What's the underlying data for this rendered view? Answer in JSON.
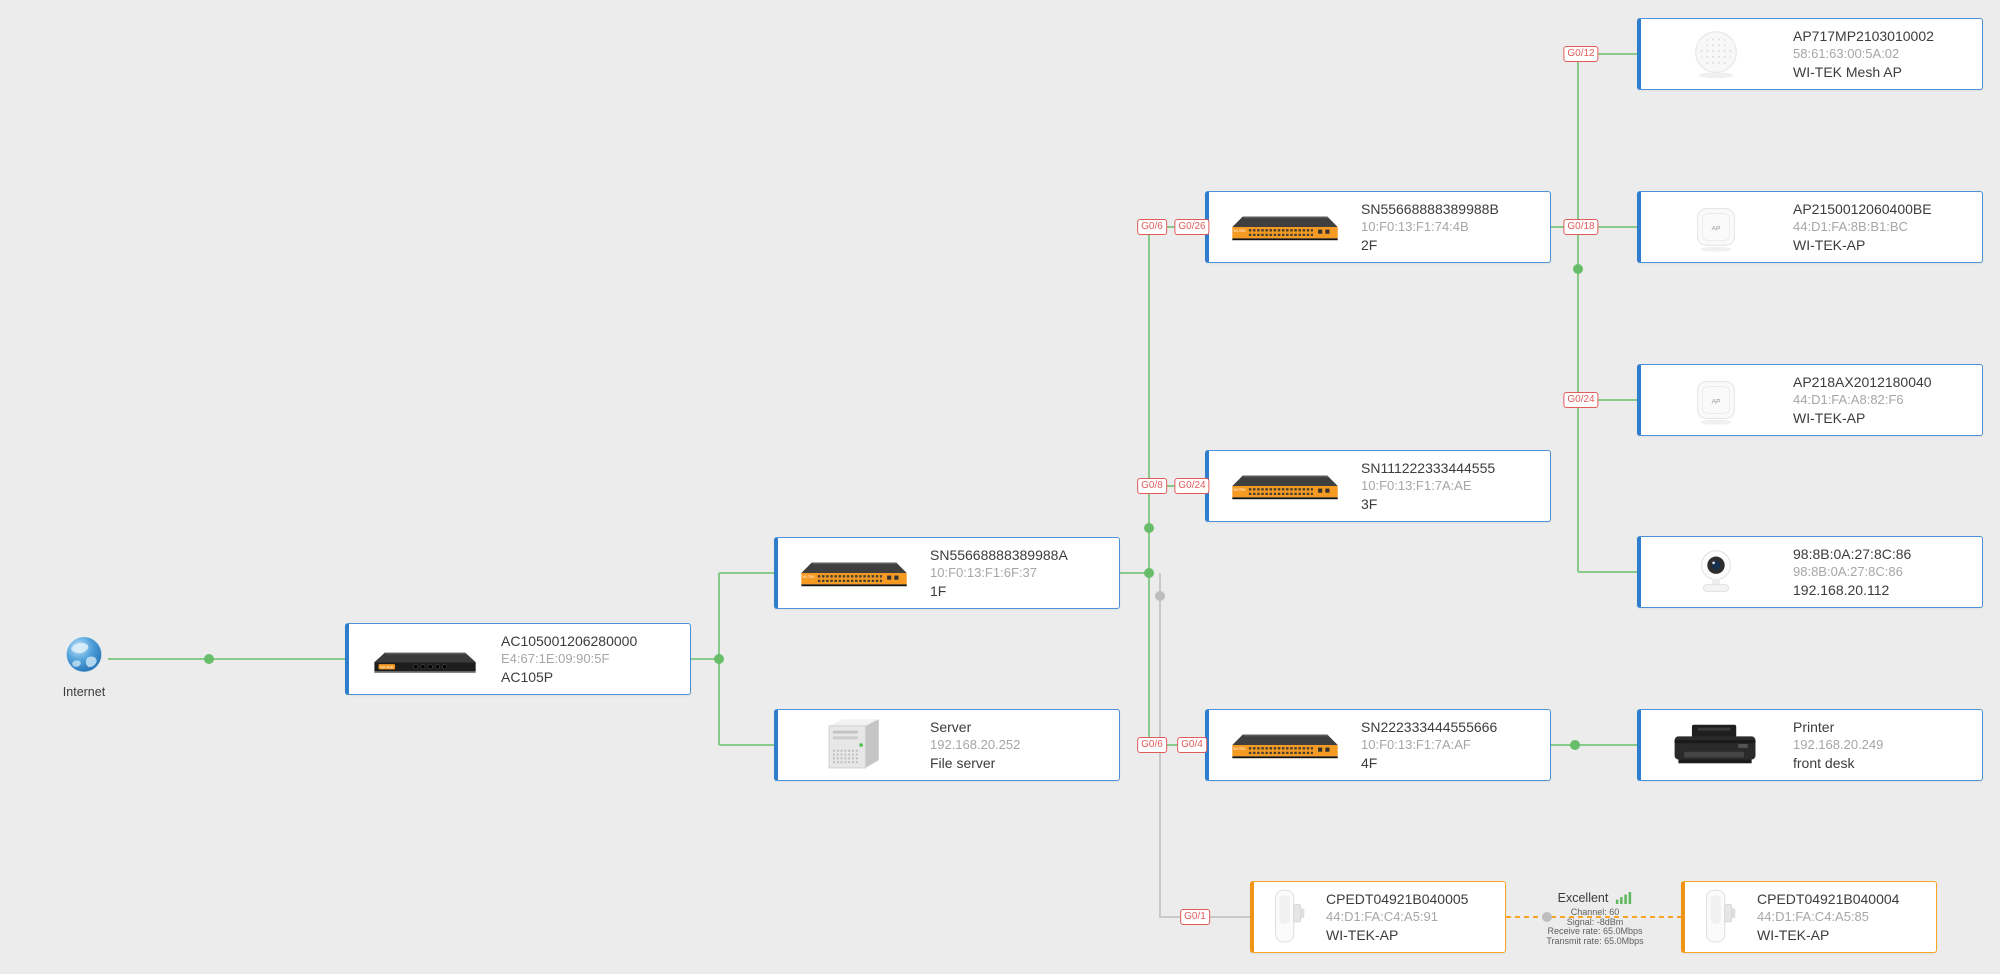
{
  "colors": {
    "background": "#ececec",
    "link_active": "#86cc88",
    "link_dot": "#67bd69",
    "link_inactive": "#c9c9c9",
    "wireless_link": "#f5a623",
    "port_badge": "#e25b5b",
    "card_accent_blue": "#2e7ecd",
    "card_accent_orange": "#f5a623"
  },
  "internet": {
    "label": "Internet"
  },
  "cards": {
    "ac": {
      "name": "AC105001206280000",
      "detail": "E4:67:1E:09:90:5F",
      "label": "AC105P"
    },
    "sw1f": {
      "name": "SN55668888389988A",
      "detail": "10:F0:13:F1:6F:37",
      "label": "1F"
    },
    "server": {
      "name": "Server",
      "detail": "192.168.20.252",
      "label": "File server"
    },
    "sw2f": {
      "name": "SN55668888389988B",
      "detail": "10:F0:13:F1:74:4B",
      "label": "2F"
    },
    "sw3f": {
      "name": "SN111222333444555",
      "detail": "10:F0:13:F1:7A:AE",
      "label": "3F"
    },
    "sw4f": {
      "name": "SN222333444555666",
      "detail": "10:F0:13:F1:7A:AF",
      "label": "4F"
    },
    "ap_mesh": {
      "name": "AP717MP2103010002",
      "detail": "58:61:63:00:5A:02",
      "label": "WI-TEK Mesh AP"
    },
    "ap2150": {
      "name": "AP2150012060400BE",
      "detail": "44:D1:FA:8B:B1:BC",
      "label": "WI-TEK-AP"
    },
    "ap218": {
      "name": "AP218AX2012180040",
      "detail": "44:D1:FA:A8:82:F6",
      "label": "WI-TEK-AP"
    },
    "camera": {
      "name": "98:8B:0A:27:8C:86",
      "detail": "98:8B:0A:27:8C:86",
      "label": "192.168.20.112"
    },
    "printer": {
      "name": "Printer",
      "detail": "192.168.20.249",
      "label": "front desk"
    },
    "cpe5": {
      "name": "CPEDT04921B040005",
      "detail": "44:D1:FA:C4:A5:91",
      "label": "WI-TEK-AP"
    },
    "cpe4": {
      "name": "CPEDT04921B040004",
      "detail": "44:D1:FA:C4:A5:85",
      "label": "WI-TEK-AP"
    }
  },
  "ports": {
    "ap_mesh_port": "G0/12",
    "sw2f_uplink_local": "G0/6",
    "sw2f_uplink_remote": "G0/26",
    "ap2150_port": "G0/18",
    "ap218_port": "G0/24",
    "sw3f_uplink_local": "G0/8",
    "sw3f_uplink_remote": "G0/24",
    "sw4f_uplink_local": "G0/6",
    "sw4f_uplink_remote": "G0/4",
    "cpe_port": "G0/1"
  },
  "wireless": {
    "quality": "Excellent",
    "channel": "Channel: 60",
    "signal": "Signal: -8dBm",
    "receive": "Receive rate: 65.0Mbps",
    "transmit": "Transmit rate: 65.0Mbps"
  },
  "icons": {
    "internet": "globe-icon",
    "router": "router-icon",
    "switch": "switch-icon",
    "server": "server-icon",
    "mesh_ap": "mesh-ap-icon",
    "ap": "ap-icon",
    "camera": "camera-icon",
    "printer": "printer-icon",
    "cpe": "cpe-icon",
    "signal": "signal-bars-icon"
  }
}
